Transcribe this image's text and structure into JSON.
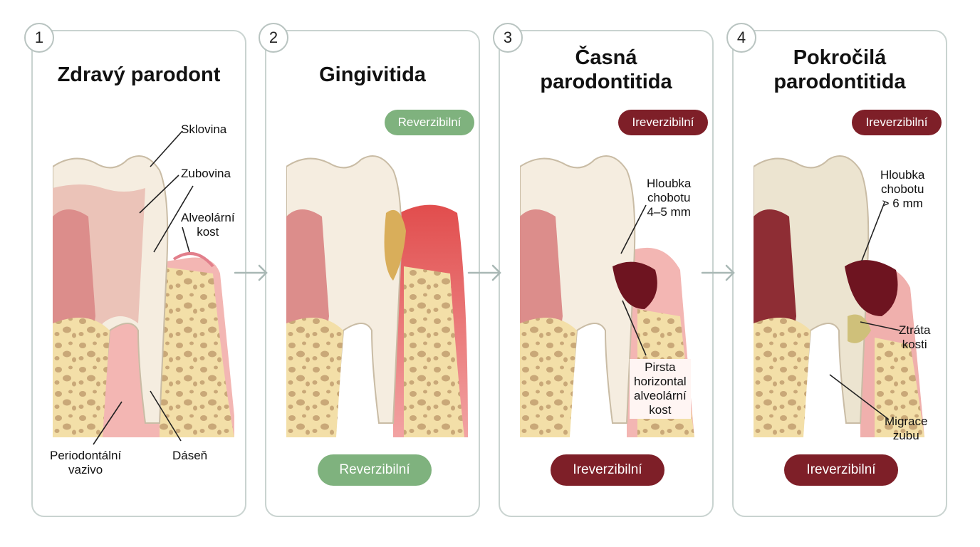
{
  "panels": [
    {
      "number": "1",
      "title": [
        "Zdravý parodont"
      ],
      "labels": {
        "enamel": "Sklovina",
        "dentin": "Zubovina",
        "bone": [
          "Alveolární",
          "kost"
        ],
        "ligament": [
          "Periodontální",
          "vazivo"
        ],
        "gum": "Dáseň"
      }
    },
    {
      "number": "2",
      "title": [
        "Gingivitida"
      ],
      "badge": "Reverzibilní",
      "status": "Reverzibilní"
    },
    {
      "number": "3",
      "title": [
        "Časná",
        "parodontitida"
      ],
      "badge": "Ireverzibilní",
      "status": "Ireverzibilní",
      "labels": {
        "pocket": [
          "Hloubka",
          "chobotu",
          "4–5 mm"
        ],
        "bone_loss": [
          "Pirsta",
          "horizontal",
          "alveolární",
          "kost"
        ]
      }
    },
    {
      "number": "4",
      "title": [
        "Pokročilá",
        "parodontitida"
      ],
      "badge": "Ireverzibilní",
      "status": "Ireverzibilní",
      "labels": {
        "pocket": [
          "Hloubka",
          "chobotu",
          "> 6 mm"
        ],
        "bone_loss": [
          "Ztráta",
          "kosti"
        ],
        "migration": [
          "Migrace",
          "zubu"
        ]
      }
    }
  ],
  "colors": {
    "reversible": "#7fb27e",
    "irreversible": "#7e1f28",
    "border": "#c9d3d0"
  }
}
